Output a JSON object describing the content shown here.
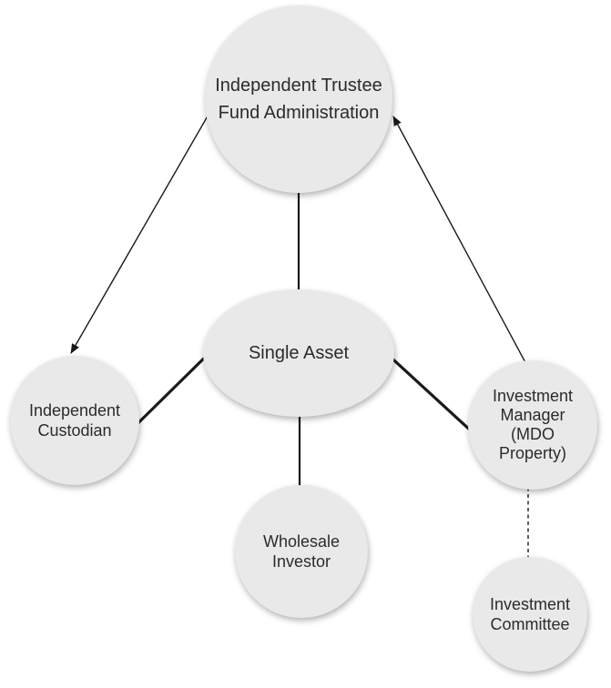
{
  "diagram": {
    "colors": {
      "background": "#ffffff",
      "node_fill": "#e9e9e9",
      "node_text": "#2b2b2b",
      "line": "#1a1a1a"
    },
    "nodes": {
      "trustee": {
        "lines": [
          "Independent Trustee",
          "Fund Administration"
        ]
      },
      "single_asset": {
        "lines": [
          "Single Asset"
        ]
      },
      "custodian": {
        "lines": [
          "Independent",
          "Custodian"
        ]
      },
      "manager": {
        "lines": [
          "Investment",
          "Manager",
          "(MDO",
          "Property)"
        ]
      },
      "wholesale": {
        "lines": [
          "Wholesale",
          "Investor"
        ]
      },
      "committee": {
        "lines": [
          "Investment",
          "Committee"
        ]
      }
    },
    "edges": [
      {
        "from": "trustee",
        "to": "custodian",
        "style": "thin-arrow"
      },
      {
        "from": "manager",
        "to": "trustee",
        "style": "thin-arrow"
      },
      {
        "from": "trustee",
        "to": "single_asset",
        "style": "solid"
      },
      {
        "from": "single_asset",
        "to": "custodian",
        "style": "solid-thick"
      },
      {
        "from": "single_asset",
        "to": "manager",
        "style": "solid-thick"
      },
      {
        "from": "single_asset",
        "to": "wholesale",
        "style": "solid"
      },
      {
        "from": "manager",
        "to": "committee",
        "style": "dashed"
      }
    ]
  }
}
